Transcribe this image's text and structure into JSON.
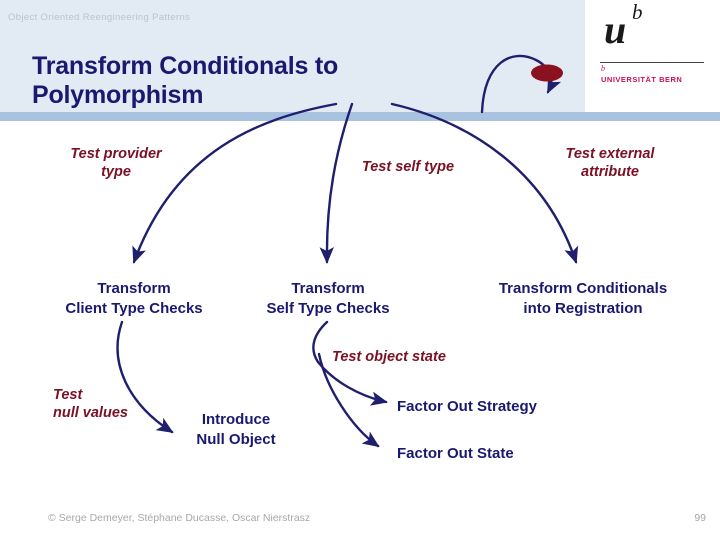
{
  "header": {
    "kicker": "Object Oriented Reengineering Patterns",
    "title": "Transform Conditionals to Polymorphism",
    "band_color": "#e2eaf4",
    "rule_color": "#a8c2e0"
  },
  "logo": {
    "mark_u": "u",
    "mark_b": "b",
    "tiny_b": "b",
    "name": "UNIVERSITÄT\nBERN",
    "accent_color": "#c8105a"
  },
  "diagram": {
    "label_color": "#7a1124",
    "node_color": "#191970",
    "arrow_color": "#1f1f6e",
    "blob_color": "#8b1020",
    "labels": [
      {
        "id": "test-provider-type",
        "text": "Test provider\ntype"
      },
      {
        "id": "test-self-type",
        "text": "Test self type"
      },
      {
        "id": "test-external-attribute",
        "text": "Test external\nattribute"
      },
      {
        "id": "test-object-state",
        "text": "Test object state"
      },
      {
        "id": "test-null-values",
        "text": "Test\nnull values"
      }
    ],
    "nodes": [
      {
        "id": "transform-client-type-checks",
        "text": "Transform\nClient Type Checks"
      },
      {
        "id": "transform-self-type-checks",
        "text": "Transform\nSelf Type Checks"
      },
      {
        "id": "transform-conditionals-into-registration",
        "text": "Transform Conditionals\ninto Registration"
      },
      {
        "id": "introduce-null-object",
        "text": "Introduce\nNull Object"
      },
      {
        "id": "factor-out-strategy",
        "text": "Factor Out Strategy"
      },
      {
        "id": "factor-out-state",
        "text": "Factor Out State"
      }
    ]
  },
  "footer": {
    "credits": "© Serge Demeyer, Stéphane Ducasse, Oscar Nierstrasz",
    "page": "99"
  }
}
